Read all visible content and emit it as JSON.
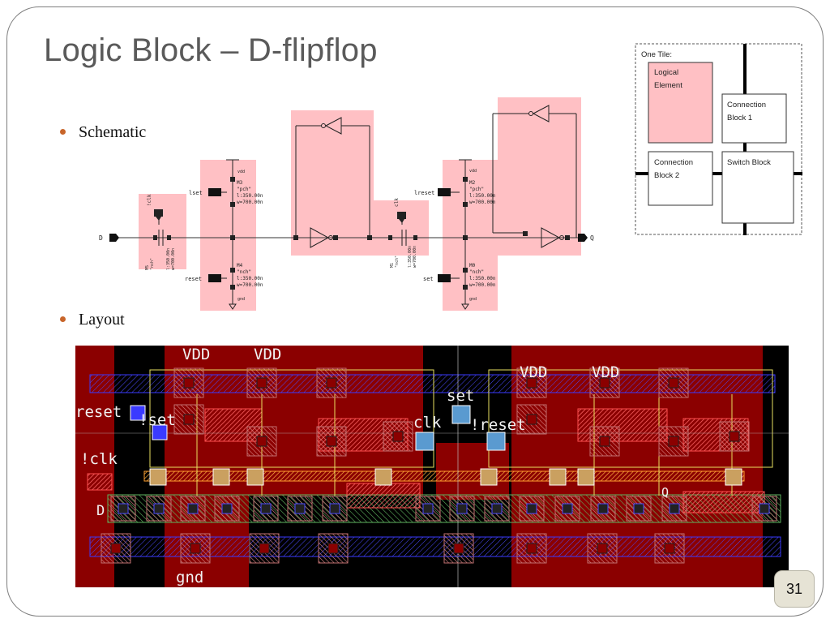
{
  "slide": {
    "title": "Logic Block – D-flipflop",
    "page_number": "31"
  },
  "bullets": [
    {
      "label": "Schematic"
    },
    {
      "label": "Layout"
    }
  ],
  "schematic": {
    "input": "D",
    "output": "Q",
    "vdd": "vdd",
    "gnd": "gnd",
    "left_stage": {
      "gate_top": "lset",
      "gate_bottom": "reset",
      "pmos": [
        "M3",
        "\"pch\"",
        "l:350.00n",
        "w=700.00n"
      ],
      "nmos": [
        "M4",
        "\"nch\"",
        "l:350.00n",
        "w=700.00n"
      ]
    },
    "right_stage": {
      "gate_top": "lreset",
      "gate_bottom": "set",
      "pmos": [
        "M2",
        "\"pch\"",
        "l:350.00n",
        "w=700.00n"
      ],
      "nmos": [
        "M0",
        "\"nch\"",
        "l:350.00n",
        "w=700.00n"
      ]
    },
    "pass_left": {
      "clock": "!clk",
      "lines": [
        "M5",
        "\"nch\"",
        "l:350.00n",
        "w=700.00n"
      ]
    },
    "pass_right": {
      "clock": "clk",
      "lines": [
        "M1",
        "\"nch\"",
        "l:350.00n",
        "w=700.00n"
      ]
    }
  },
  "tile": {
    "title": "One Tile:",
    "logical_element": [
      "Logical",
      "Element"
    ],
    "connection_block_1": [
      "Connection",
      "Block 1"
    ],
    "connection_block_2": [
      "Connection",
      "Block 2"
    ],
    "switch_block": "Switch Block"
  },
  "layout": {
    "labels": {
      "vdd1": "VDD",
      "vdd2": "VDD",
      "vdd3": "VDD",
      "vdd4": "VDD",
      "reset": "reset",
      "lset": "!set",
      "lclk": "!clk",
      "set": "set",
      "clk": "clk",
      "lreset": "!reset",
      "d": "D",
      "q": "Q",
      "gnd": "gnd"
    }
  },
  "colors": {
    "title": "#5a5a5a",
    "bullet_dot": "#c8652a",
    "highlight_pink": "#ffc0c4",
    "layout_bg": "#000000",
    "layout_well": "#8b0000"
  }
}
